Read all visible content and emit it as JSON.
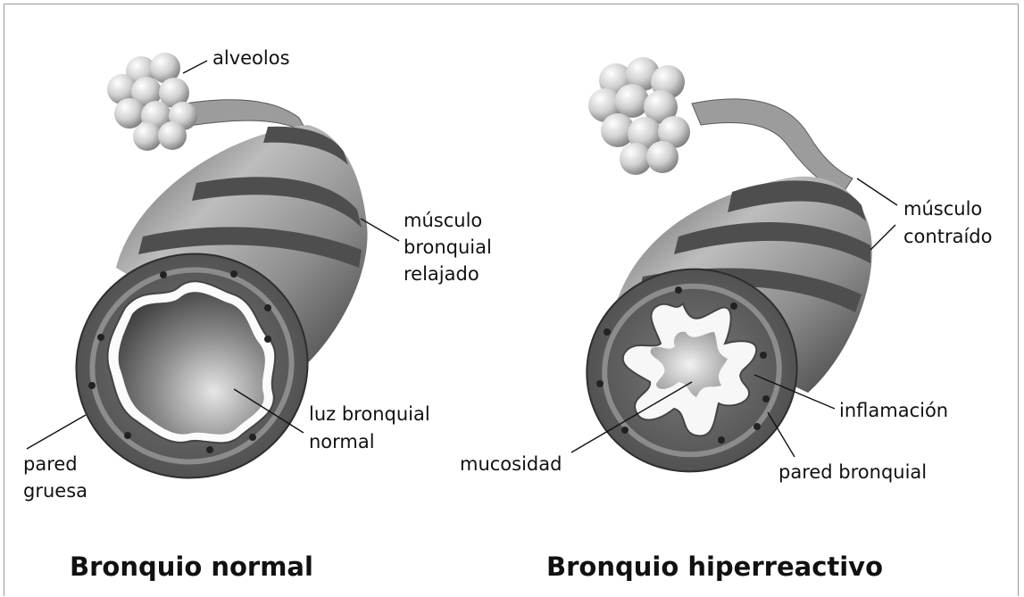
{
  "normal": {
    "title": "Bronquio normal",
    "labels": {
      "alveolos": "alveolos",
      "musculo_1": "músculo",
      "musculo_2": "bronquial",
      "musculo_3": "relajado",
      "luz_1": "luz bronquial",
      "luz_2": "normal",
      "pared_1": "pared",
      "pared_2": "gruesa"
    }
  },
  "hiper": {
    "title": "Bronquio hiperreactivo",
    "labels": {
      "musculo_1": "músculo",
      "musculo_2": "contraído",
      "inflamacion": "inflamación",
      "mucosidad": "mucosidad",
      "pared": "pared bronquial"
    }
  },
  "colors": {
    "tube_dark": "#3f3f3f",
    "tube_mid": "#7c7c7c",
    "tube_light": "#b9b9b9",
    "lumen_white": "#ffffff",
    "alveoli": "#d9d9d9"
  }
}
